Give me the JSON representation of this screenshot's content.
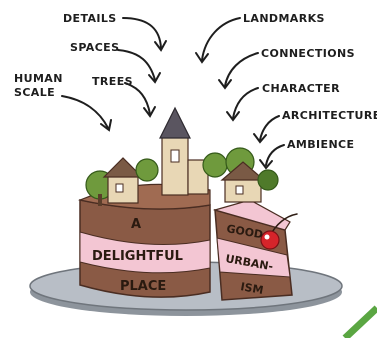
{
  "labels": {
    "details": "DETAILS",
    "spaces": "SPACES",
    "trees": "TREES",
    "human_scale_1": "HUMAN",
    "human_scale_2": "SCALE",
    "landmarks": "LANDMARKS",
    "connections": "CONNECTIONS",
    "character": "CHARACTER",
    "architecture": "ARCHITECTURE",
    "ambience": "AMBIENCE"
  },
  "cake_text": {
    "line1": "A",
    "line2": "DELIGHTFUL",
    "line3": "PLACE"
  },
  "slice_text": {
    "line1": "GOOD",
    "line2": "URBAN-",
    "line3": "ISM"
  },
  "colors": {
    "sponge": "#8a5a45",
    "sponge_dark": "#6e4434",
    "cream": "#f3c6d3",
    "plate": "#b8bec6",
    "plate_dark": "#8d949c",
    "tree": "#6f9a3d",
    "tree_dark": "#4f7a2a",
    "building": "#e8d7b5",
    "roof": "#7a5a45",
    "cherry": "#d6242a",
    "accent_green": "#5aa642"
  }
}
